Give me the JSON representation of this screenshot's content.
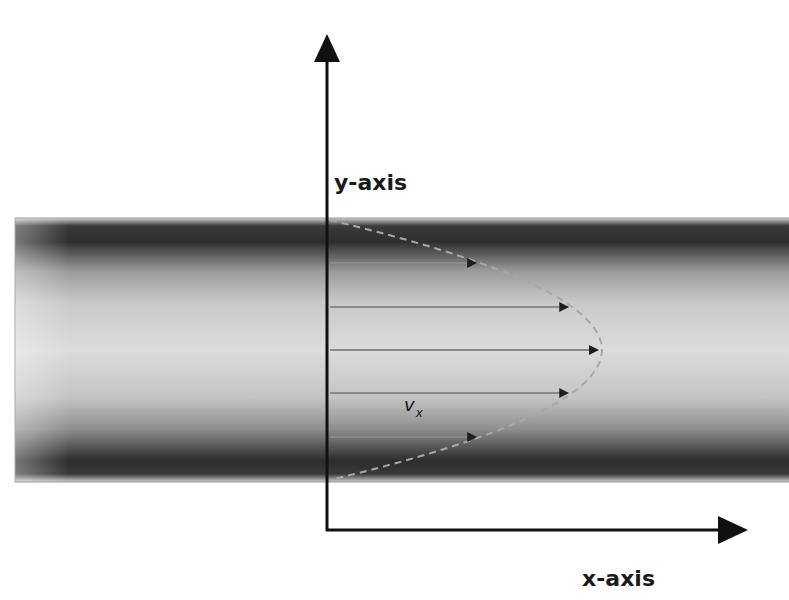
{
  "diagram": {
    "labels": [
      "y-axis",
      "x-axis",
      "v",
      "x"
    ]
  }
}
